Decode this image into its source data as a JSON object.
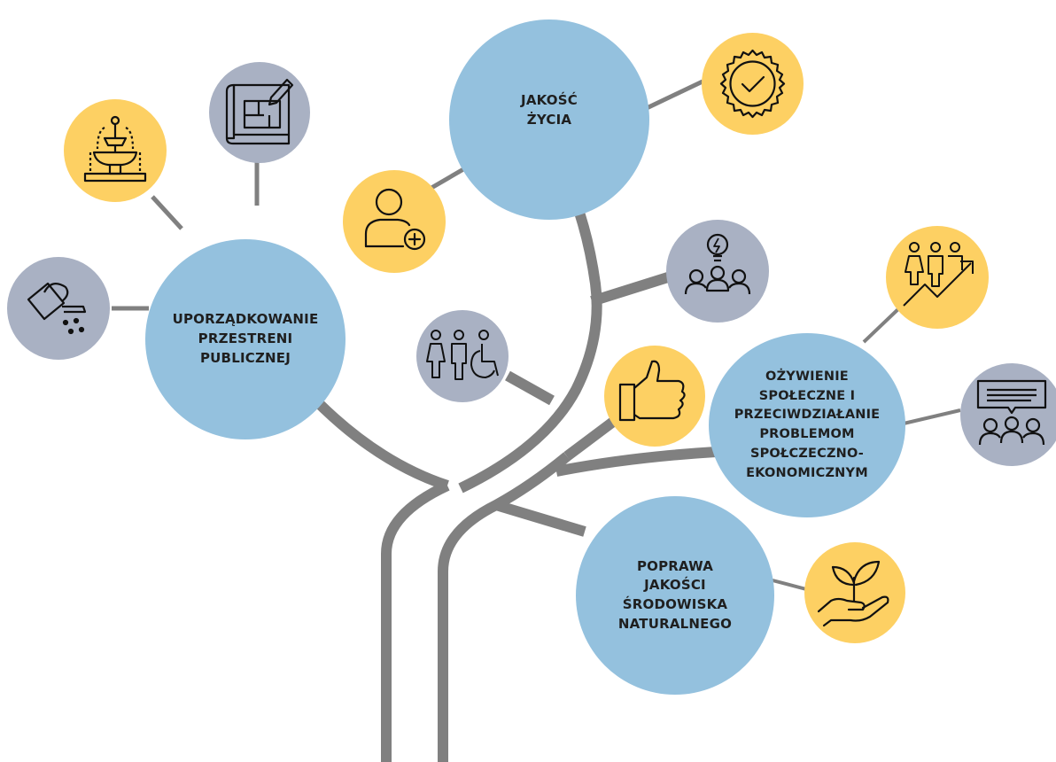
{
  "topics": [
    {
      "id": "jakosc",
      "label": "JAKOŚĆ\nŻYCIA"
    },
    {
      "id": "przestrzen",
      "label": "UPORZĄDKOWANIE\nPRZESTRENI\nPUBLICZNEJ"
    },
    {
      "id": "ozywienie",
      "label": "OŻYWIENIE\nSPOŁECZNE I\nPRZECIWDZIAŁANIE\nPROBLEMOM\nSPOŁCZECZNO-\nEKONOMICZNYM"
    },
    {
      "id": "srodowisko",
      "label": "POPRAWA\nJAKOŚCI\nŚRODOWISKA\nNATURALNEGO"
    }
  ],
  "icons": [
    {
      "name": "quality-badge-icon",
      "fill": "yellow"
    },
    {
      "name": "add-user-icon",
      "fill": "yellow"
    },
    {
      "name": "blueprint-icon",
      "fill": "grey"
    },
    {
      "name": "fountain-icon",
      "fill": "yellow"
    },
    {
      "name": "watering-can-icon",
      "fill": "grey"
    },
    {
      "name": "idea-group-icon",
      "fill": "grey"
    },
    {
      "name": "accessibility-people-icon",
      "fill": "grey"
    },
    {
      "name": "thumbs-up-icon",
      "fill": "yellow"
    },
    {
      "name": "growth-people-icon",
      "fill": "yellow"
    },
    {
      "name": "discussion-group-icon",
      "fill": "grey"
    },
    {
      "name": "plant-in-hand-icon",
      "fill": "yellow"
    }
  ],
  "colors": {
    "topic": "#94c1de",
    "yellow": "#fdd063",
    "grey": "#a9b1c3",
    "branch": "#808080",
    "icon_stroke": "#111111"
  }
}
